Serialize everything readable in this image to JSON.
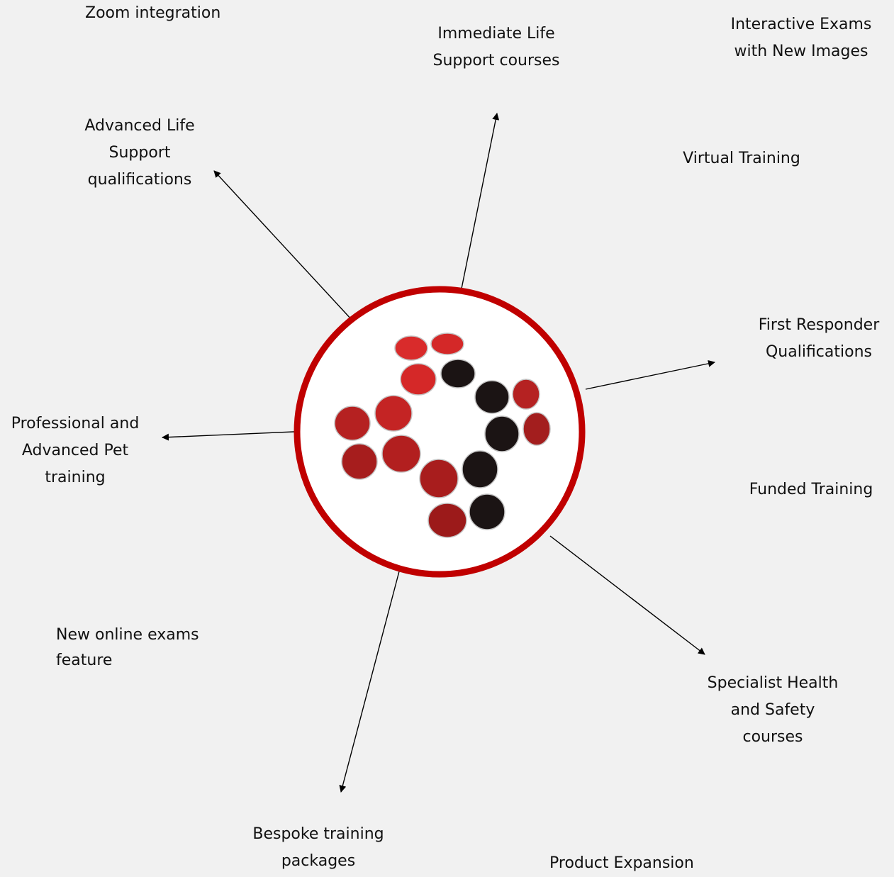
{
  "colors": {
    "background": "#f1f1f1",
    "ring": "#c00000",
    "hub_fill": "#ffffff",
    "arrow": "#000000",
    "text": "#111111",
    "logo_red_light": "#d92b2b",
    "logo_red_dark": "#9c1a1a",
    "logo_black": "#1b1414"
  },
  "hub": {
    "logo_icon": "dots-logo-icon"
  },
  "branch_labels": {
    "immediate_life_support": [
      "Immediate Life",
      "Support courses"
    ],
    "advanced_life_support": [
      "Advanced Life",
      "Support",
      "qualifications"
    ],
    "first_responder": [
      "First Responder",
      "Qualifications"
    ],
    "professional_pet": [
      "Professional and",
      "Advanced Pet",
      "training"
    ],
    "specialist_health_safety": [
      "Specialist Health",
      "and Safety",
      "courses"
    ],
    "bespoke_training": [
      "Bespoke training",
      "packages"
    ]
  },
  "feature_labels": {
    "zoom": [
      "Zoom integration"
    ],
    "interactive_exams": [
      "Interactive Exams",
      "with New Images"
    ],
    "virtual_training": [
      "Virtual Training"
    ],
    "funded_training": [
      "Funded Training"
    ],
    "online_exams": [
      "New online exams",
      "feature"
    ],
    "product_expansion": [
      "Product Expansion"
    ]
  }
}
